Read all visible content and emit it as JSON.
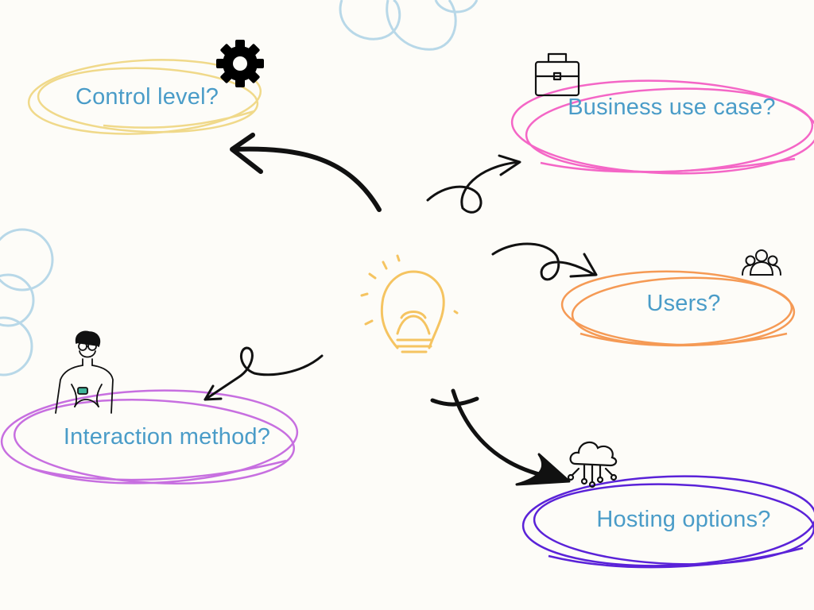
{
  "nodes": [
    {
      "id": "control",
      "label": "Control level?",
      "color": "#f0d98a",
      "icon": "gear-icon"
    },
    {
      "id": "business",
      "label": "Business use case?",
      "color": "#f466c6",
      "icon": "briefcase-icon"
    },
    {
      "id": "users",
      "label": "Users?",
      "color": "#f59a55",
      "icon": "users-icon"
    },
    {
      "id": "interaction",
      "label": "Interaction method?",
      "color": "#c76fe0",
      "icon": "person-with-phone-icon"
    },
    {
      "id": "hosting",
      "label": "Hosting options?",
      "color": "#5a22d8",
      "icon": "cloud-network-icon"
    }
  ],
  "center": {
    "icon": "lightbulb-icon",
    "color": "#f5c461"
  },
  "colors": {
    "text": "#4a9cc8",
    "arrow": "#111111",
    "decor_circles": "#b8d8e8",
    "background": "#fdfcf8"
  }
}
